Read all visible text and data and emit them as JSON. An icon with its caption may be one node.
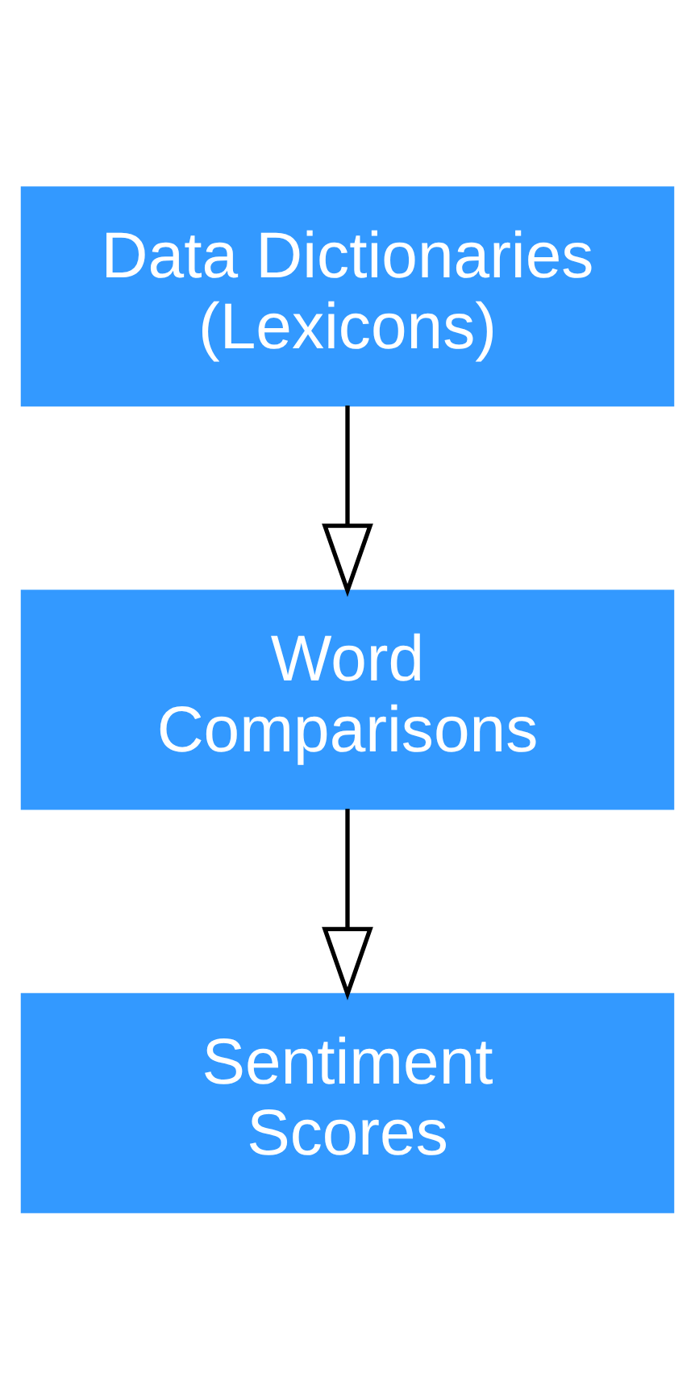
{
  "diagram": {
    "nodes": [
      {
        "text": [
          "Data Dictionaries (Lexicons)"
        ]
      },
      {
        "text": [
          "Word Comparisons"
        ]
      },
      {
        "text": [
          "Sentiment Scores"
        ]
      }
    ],
    "edges": [
      {
        "from": 0,
        "to": 1,
        "arrow": "to"
      },
      {
        "from": 1,
        "to": 2,
        "arrow": "to"
      }
    ]
  }
}
